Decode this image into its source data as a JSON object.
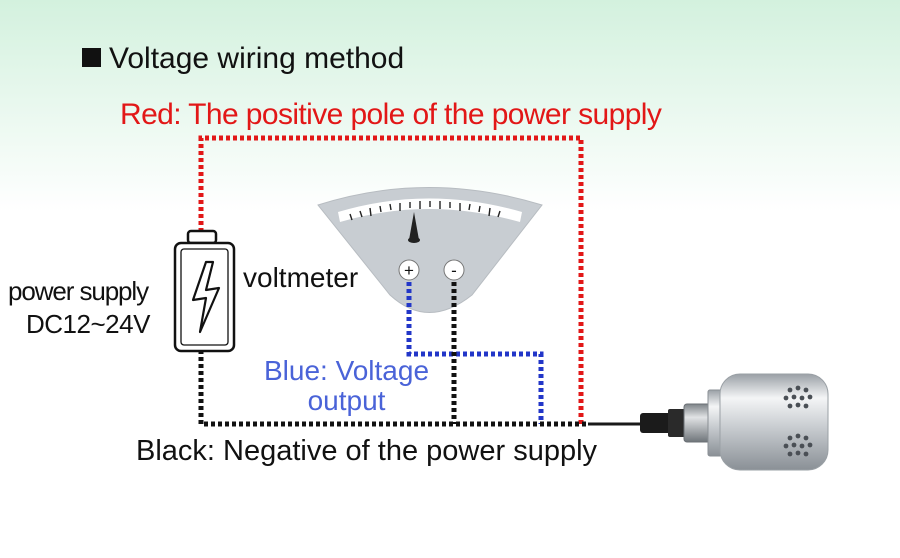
{
  "title": "Voltage wiring method",
  "red_label": "Red: The positive pole of the power supply",
  "power_supply": {
    "label": "power supply",
    "spec": "DC12~24V"
  },
  "voltmeter": {
    "label": "voltmeter",
    "plus": "+",
    "minus": "-"
  },
  "blue_label": {
    "line1": "Blue: Voltage",
    "line2": "output"
  },
  "black_label": "Black: Negative of the power supply",
  "colors": {
    "red_wire": "#e21717",
    "blue_wire": "#2236c8",
    "black_wire": "#111111",
    "blue_text": "#4a63d8"
  },
  "icons": [
    "bullet-square-icon",
    "lightning-icon",
    "battery-icon",
    "meter-icon",
    "sensor-icon"
  ]
}
